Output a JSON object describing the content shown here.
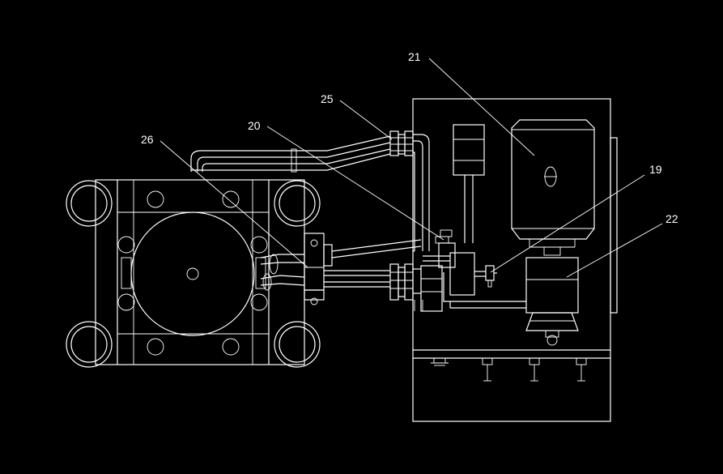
{
  "diagram": {
    "background": "#000000",
    "line_color": "#ffffff",
    "labels": {
      "l21": "21",
      "l25": "25",
      "l20": "20",
      "l26": "26",
      "l19": "19",
      "l22": "22"
    }
  }
}
